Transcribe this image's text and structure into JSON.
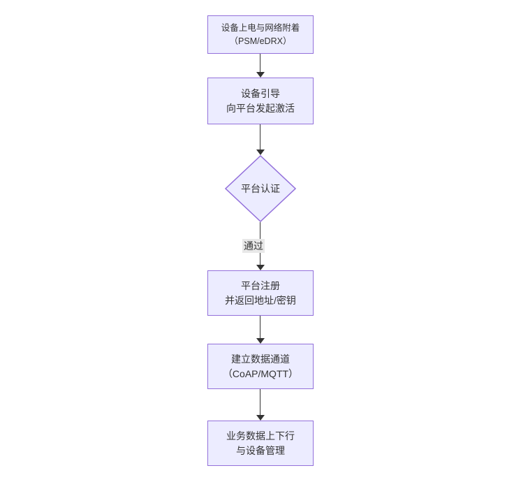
{
  "diagram": {
    "type": "flowchart-top-down",
    "nodes": [
      {
        "id": "start",
        "shape": "rect",
        "lines": [
          "设备上电与网络附着",
          "（PSM/eDRX）"
        ]
      },
      {
        "id": "boot",
        "shape": "rect",
        "lines": [
          "设备引导",
          "向平台发起激活"
        ]
      },
      {
        "id": "auth",
        "shape": "diamond",
        "label": "平台认证"
      },
      {
        "id": "register",
        "shape": "rect",
        "lines": [
          "平台注册",
          "并返回地址/密钥"
        ]
      },
      {
        "id": "channel",
        "shape": "rect",
        "lines": [
          "建立数据通道",
          "（CoAP/MQTT）"
        ]
      },
      {
        "id": "business",
        "shape": "rect",
        "lines": [
          "业务数据上下行",
          "与设备管理"
        ]
      }
    ],
    "edges": [
      {
        "from": "start",
        "to": "boot",
        "label": ""
      },
      {
        "from": "boot",
        "to": "auth",
        "label": ""
      },
      {
        "from": "auth",
        "to": "register",
        "label": "通过"
      },
      {
        "from": "register",
        "to": "channel",
        "label": ""
      },
      {
        "from": "channel",
        "to": "business",
        "label": ""
      }
    ],
    "edge_label": "通过",
    "colors": {
      "node_fill": "#ECECFF",
      "node_border": "#9370DB",
      "edge_line": "#333333",
      "text": "#333333",
      "edge_label_bg": "#e8e8e8",
      "background": "#ffffff"
    }
  }
}
